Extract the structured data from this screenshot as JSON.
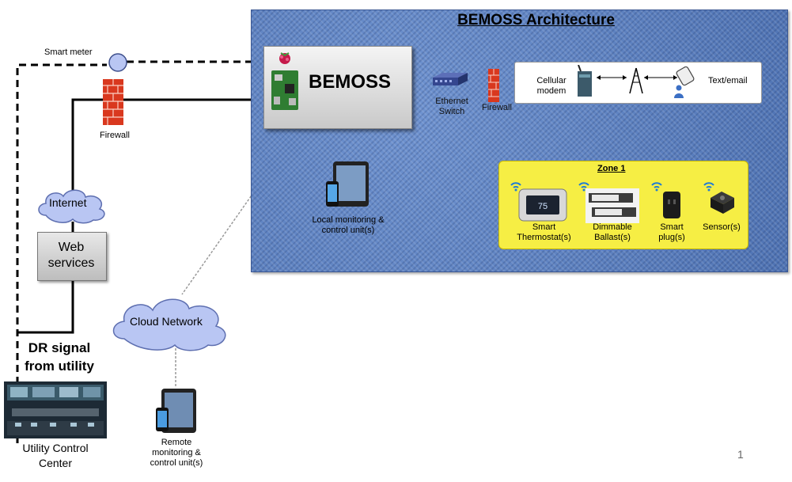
{
  "title": "BEMOSS Architecture",
  "bemoss_label": "BEMOSS",
  "labels": {
    "smart_meter": "Smart meter",
    "firewall_left": "Firewall",
    "firewall_right": "Firewall",
    "internet": "Internet",
    "web_services_1": "Web",
    "web_services_2": "services",
    "dr_signal_1": "DR signal",
    "dr_signal_2": "from utility",
    "ucc_1": "Utility Control",
    "ucc_2": "Center",
    "cloud_network": "Cloud Network",
    "remote_1": "Remote",
    "remote_2": "monitoring &",
    "remote_3": "control unit(s)",
    "local_1": "Local monitoring &",
    "local_2": "control unit(s)",
    "ethernet_1": "Ethernet",
    "ethernet_2": "Switch",
    "cellular_1": "Cellular",
    "cellular_2": "modem",
    "text_email": "Text/email"
  },
  "zone": {
    "title": "Zone 1",
    "devices": [
      {
        "line1": "Smart",
        "line2": "Thermostat(s)"
      },
      {
        "line1": "Dimmable",
        "line2": "Ballast(s)"
      },
      {
        "line1": "Smart",
        "line2": "plug(s)"
      },
      {
        "line1": "Sensor(s)",
        "line2": ""
      }
    ],
    "thermostat_display": "75"
  },
  "page_number": "1",
  "colors": {
    "panel": "#5a7fc0",
    "zone": "#f6ee44",
    "cloud": "#b9c6f3",
    "firewall": "#d9381e"
  }
}
